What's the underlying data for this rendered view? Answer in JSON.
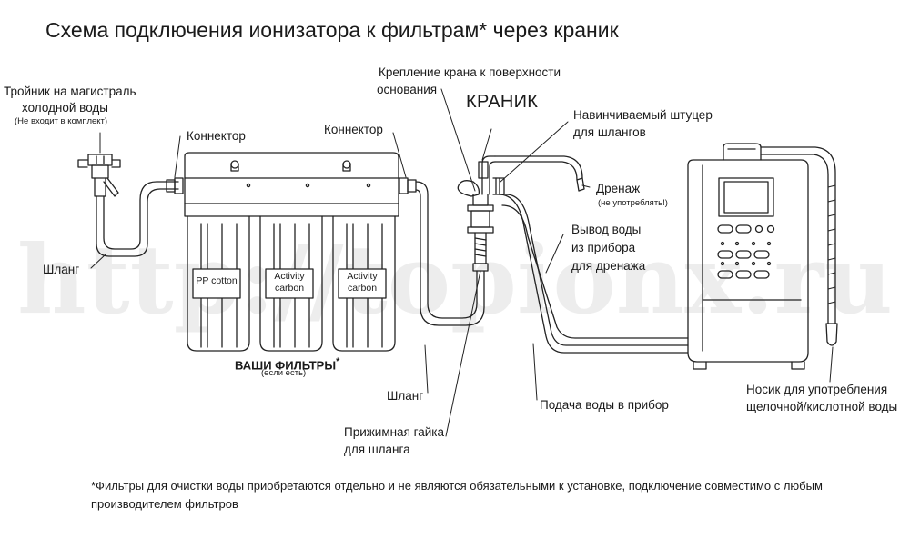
{
  "title": "Схема подключения ионизатора к фильтрам* через краник",
  "watermark": "http://topionx.ru",
  "labels": {
    "tee_line1": "Тройник на магистраль",
    "tee_line2": "холодной воды",
    "tee_note": "(Не входит в комплект)",
    "connector_left": "Коннектор",
    "connector_right": "Коннектор",
    "mount_line1": "Крепление крана к поверхности",
    "mount_line2": "основания",
    "kranik": "КРАНИК",
    "fitting_line1": "Навинчиваемый штуцер",
    "fitting_line2": "для шлангов",
    "drain": "Дренаж",
    "drain_note": "(не употреблять!)",
    "outlet_line1": "Вывод воды",
    "outlet_line2": "из прибора",
    "outlet_line3": "для дренажа",
    "hose_left": "Шланг",
    "hose_bottom": "Шланг",
    "supply": "Подача воды в прибор",
    "nut_line1": "Прижимная гайка",
    "nut_line2": "для шланга",
    "spout_line1": "Носик для употребления",
    "spout_line2": "щелочной/кислотной воды",
    "filters_title": "ВАШИ ФИЛЬТРЫ",
    "filters_asterisk": "*",
    "filters_note": "(если есть)"
  },
  "cartridges": [
    {
      "line1": "PP cotton",
      "line2": ""
    },
    {
      "line1": "Activity",
      "line2": "carbon"
    },
    {
      "line1": "Activity",
      "line2": "carbon"
    }
  ],
  "footnote": "*Фильтры для очистки воды приобретаются отдельно и не являются обязательными к установке, подключение совместимо с любым производителем фильтров"
}
